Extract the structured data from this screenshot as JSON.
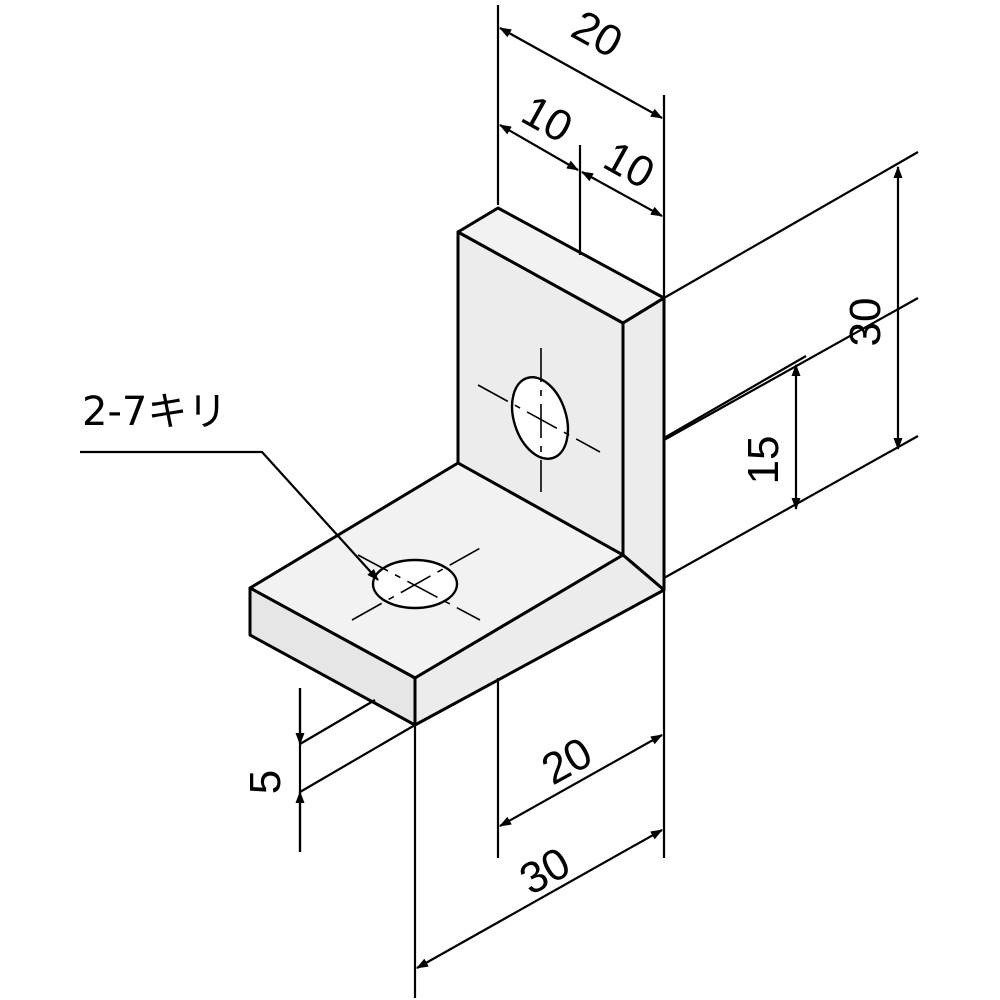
{
  "drawing": {
    "hole_note": "2-7キリ",
    "dimensions": {
      "overall_width": "20",
      "half_width_left": "10",
      "half_width_right": "10",
      "vertical_height": "30",
      "hole_height": "15",
      "thickness": "5",
      "hole_offset_depth": "20",
      "overall_depth": "30"
    },
    "colors": {
      "part_fill": "#ececec",
      "line": "#000000",
      "background": "#ffffff"
    }
  }
}
